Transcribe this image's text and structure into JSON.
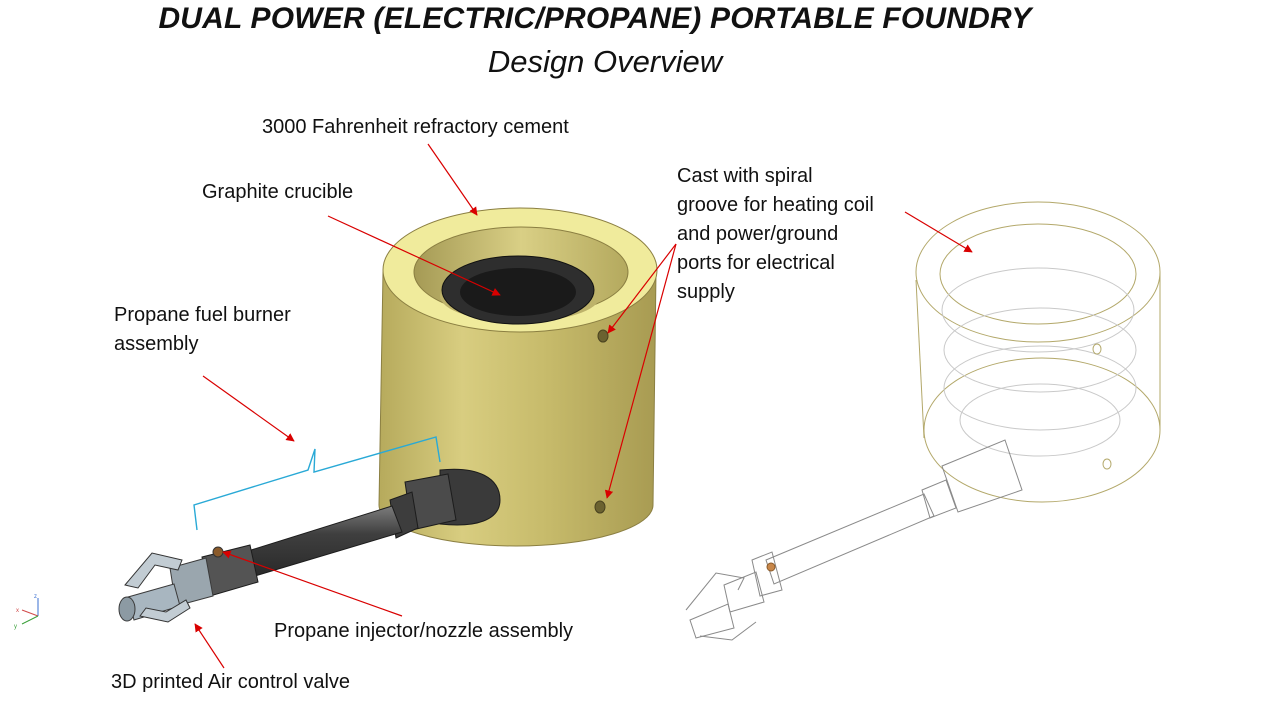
{
  "title": "DUAL POWER (ELECTRIC/PROPANE) PORTABLE FOUNDRY",
  "subtitle": "Design Overview",
  "labels": {
    "refractory": "3000 Fahrenheit refractory cement",
    "crucible": "Graphite crucible",
    "spiral_lines": [
      "Cast with spiral",
      "groove for heating coil",
      "and power/ground",
      "ports for electrical",
      "supply"
    ],
    "burner_lines": [
      "Propane fuel burner",
      "assembly"
    ],
    "injector": "Propane injector/nozzle assembly",
    "air_valve": "3D printed Air control valve"
  },
  "axis_triad": {
    "x": "x",
    "y": "y",
    "z": "z"
  },
  "colors": {
    "refractory_body": "#c9bd6e",
    "refractory_top": "#f3ee9e",
    "crucible": "#2c2c2c",
    "burner_metal": "#4a4a4a",
    "leader_arrow": "#d90000",
    "bracket": "#29a9d6",
    "wireframe": "#a89c5e"
  }
}
